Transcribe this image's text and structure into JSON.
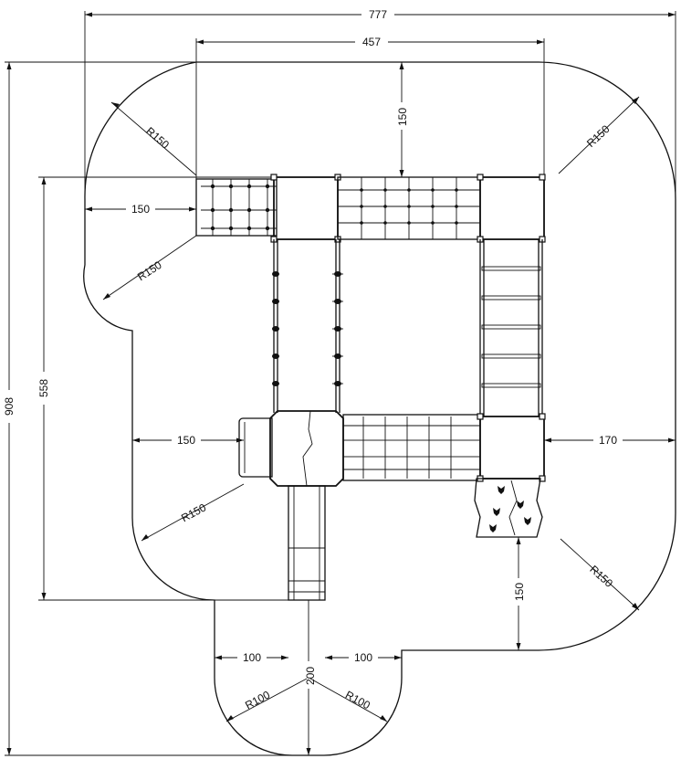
{
  "drawing": {
    "title": "",
    "overall": {
      "total_width": "777",
      "frame_width": "457",
      "total_height": "908",
      "frame_height": "558"
    },
    "offsets": {
      "top_clearance": "150",
      "left_upper": "150",
      "left_middle": "150",
      "right_middle": "170",
      "bottom_right": "150",
      "slide_left": "100",
      "slide_right": "100",
      "slide_run": "200"
    },
    "radii": {
      "top_left": "R150",
      "top_right": "R150",
      "upper_left_inner": "R150",
      "lower_left": "R150",
      "lower_right": "R150",
      "bottom_left": "R100",
      "bottom_right": "R100"
    },
    "components": [
      "safety-zone-outline",
      "ladder-left",
      "platform-top-left",
      "net-bridge-top",
      "platform-top-right",
      "ladder-right",
      "pole-climber-left",
      "pole-climber-middle",
      "slide-platform",
      "net-bridge-bottom",
      "platform-bottom-right",
      "climbing-wall",
      "slide-chute"
    ]
  }
}
